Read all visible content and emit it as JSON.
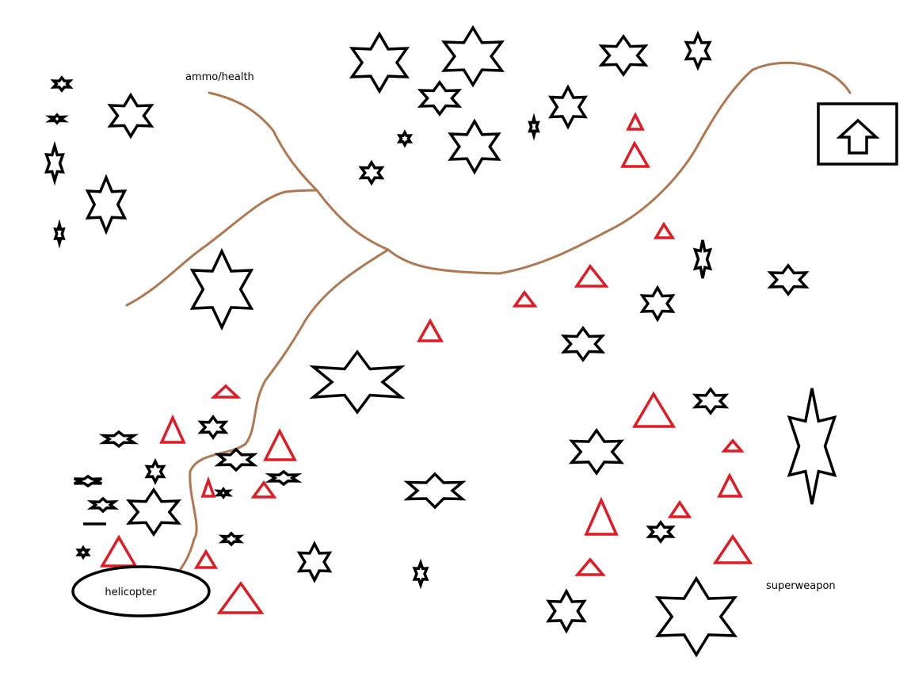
{
  "labels": {
    "ammo_health": "ammo/health",
    "helicopter": "helicopter",
    "superweapon": "superweapon"
  },
  "colors": {
    "path": "#b07850",
    "obstacle": "#000000",
    "hazard": "#e01b24",
    "background": "#ffffff"
  },
  "icons": {
    "exit": "up-arrow-icon",
    "obstacle": "six-point-star",
    "hazard": "triangle"
  }
}
